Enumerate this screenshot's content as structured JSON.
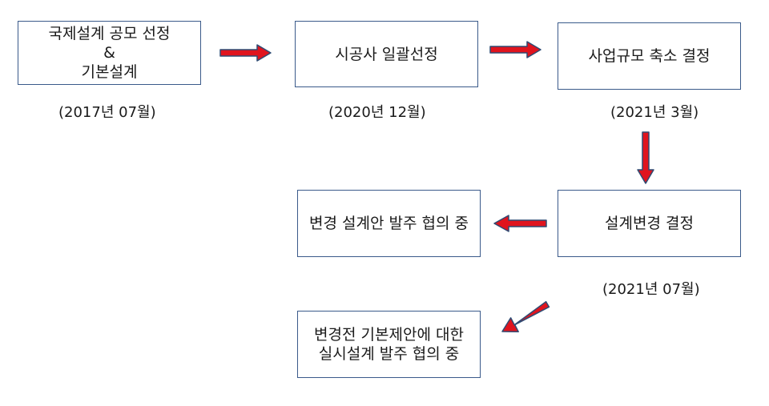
{
  "steps": [
    {
      "lines": [
        "국제설계 공모 선정",
        "&",
        "기본설계"
      ],
      "date": "(2017년 07월)"
    },
    {
      "lines": [
        "시공사 일괄선정"
      ],
      "date": "(2020년 12월)"
    },
    {
      "lines": [
        "사업규모 축소 결정"
      ],
      "date": "(2021년 3월)"
    },
    {
      "lines": [
        "설계변경 결정"
      ],
      "date": "(2021년 07월)"
    },
    {
      "lines": [
        "변경 설계안 발주 협의 중"
      ]
    },
    {
      "lines": [
        "변경전 기본제안에 대한",
        "실시설계 발주 협의 중"
      ]
    }
  ],
  "colors": {
    "box_border": "#3a5a8a",
    "arrow_fill": "#e0141e",
    "arrow_stroke": "#2f4b73"
  }
}
